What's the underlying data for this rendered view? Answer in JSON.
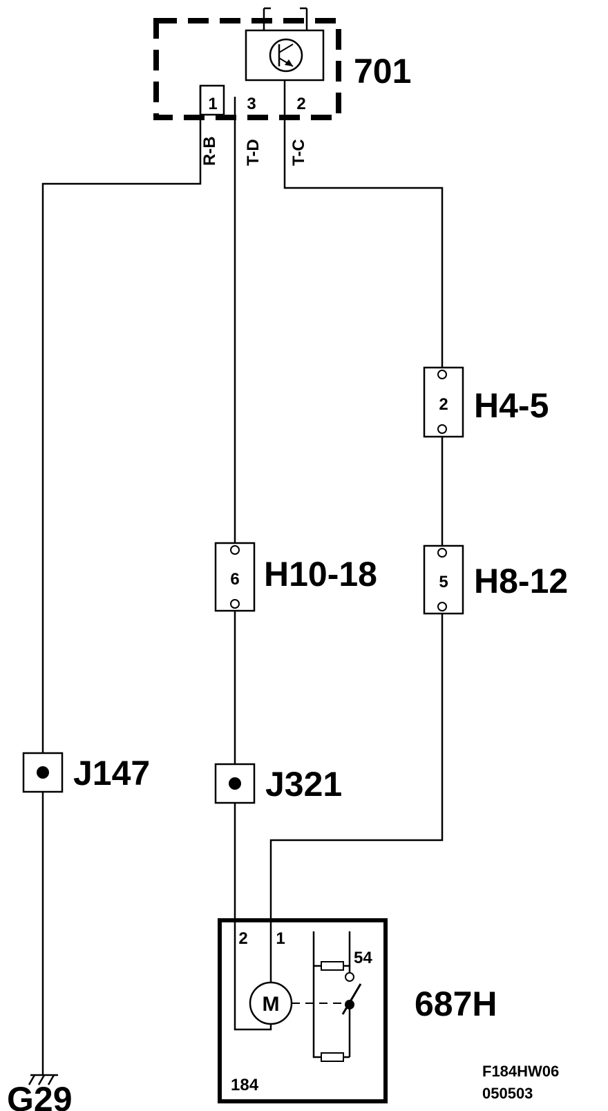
{
  "components": {
    "sensor": {
      "id": "701",
      "pins": [
        "1",
        "3",
        "2"
      ]
    },
    "wires": [
      "R-B",
      "T-D",
      "T-C"
    ],
    "conn_h4_5": {
      "label": "H4-5",
      "pin": "2"
    },
    "conn_h10_18": {
      "label": "H10-18",
      "pin": "6"
    },
    "conn_h8_12": {
      "label": "H8-12",
      "pin": "5"
    },
    "splice_j147": {
      "label": "J147"
    },
    "splice_j321": {
      "label": "J321"
    },
    "ground": {
      "label": "G29"
    },
    "motor_unit": {
      "id": "687H",
      "pins": [
        "2",
        "1"
      ],
      "motor_symbol": "M",
      "terminal": "54",
      "ref": "184"
    }
  },
  "footer": {
    "line1": "F184HW06",
    "line2": "050503"
  }
}
